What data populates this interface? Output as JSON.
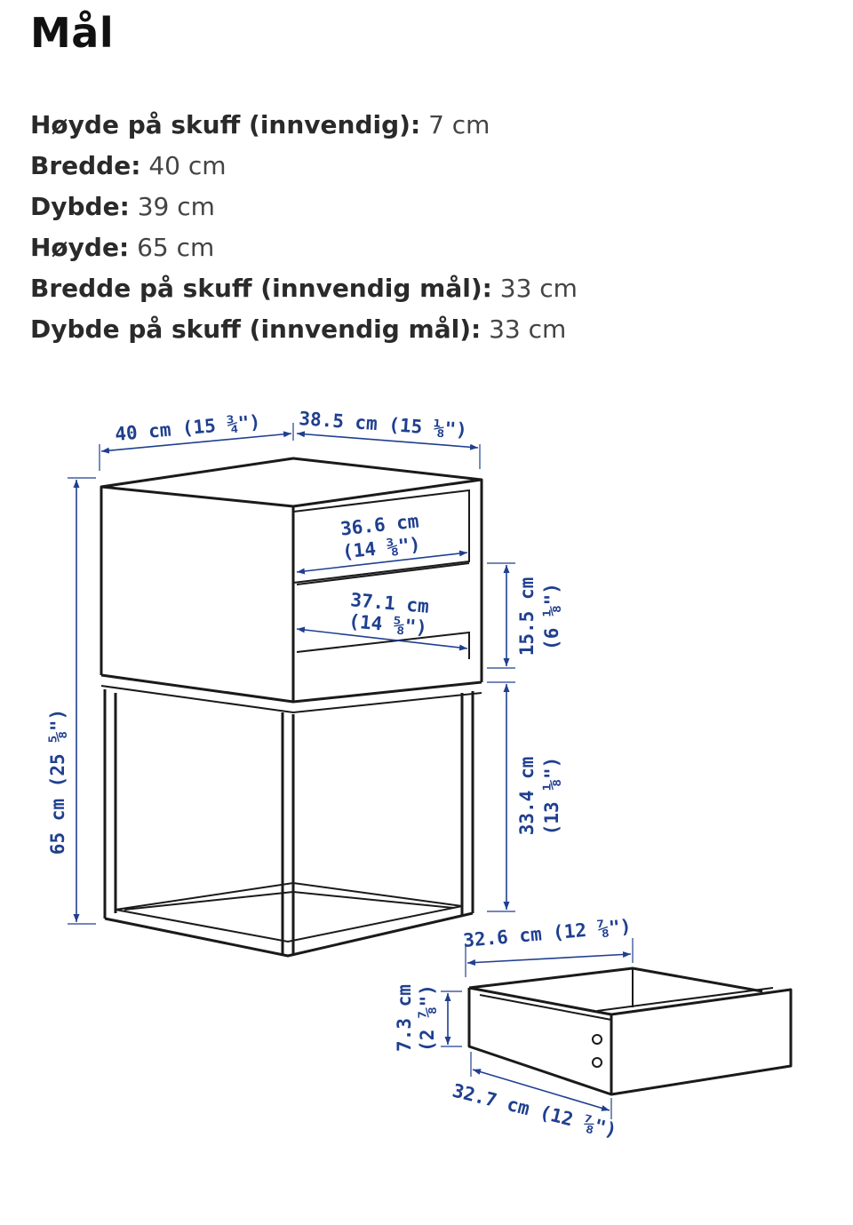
{
  "page": {
    "title": "Mål"
  },
  "specs": [
    {
      "label": "Høyde på skuff (innvendig):",
      "value": "7 cm"
    },
    {
      "label": "Bredde:",
      "value": "40 cm"
    },
    {
      "label": "Dybde:",
      "value": "39 cm"
    },
    {
      "label": "Høyde:",
      "value": "65 cm"
    },
    {
      "label": "Bredde på skuff (innvendig mål):",
      "value": "33 cm"
    },
    {
      "label": "Dybde på skuff (innvendig mål):",
      "value": "33 cm"
    }
  ],
  "diagram": {
    "width_front": "40 cm (15 ¾\")",
    "depth_top": "38.5 cm (15 ⅛\")",
    "height_total": "65 cm (25 ⅝\")",
    "drawer_opening_width_1": "36.6 cm",
    "drawer_opening_width_2": "(14 ⅜\")",
    "shelf_width_1": "37.1 cm",
    "shelf_width_2": "(14 ⅝\")",
    "upper_height_1": "15.5 cm",
    "upper_height_2": "(6 ⅛\")",
    "lower_height_1": "33.4 cm",
    "lower_height_2": "(13 ⅛\")",
    "drawer_inner_width": "32.6 cm (12 ⅞\")",
    "drawer_height_1": "7.3 cm",
    "drawer_height_2": "(2 ⅞\")",
    "drawer_outer_width": "32.7 cm (12 ⅞\")",
    "colors": {
      "dimension": "#1f3f8f",
      "outline": "#1a1a1a"
    }
  }
}
